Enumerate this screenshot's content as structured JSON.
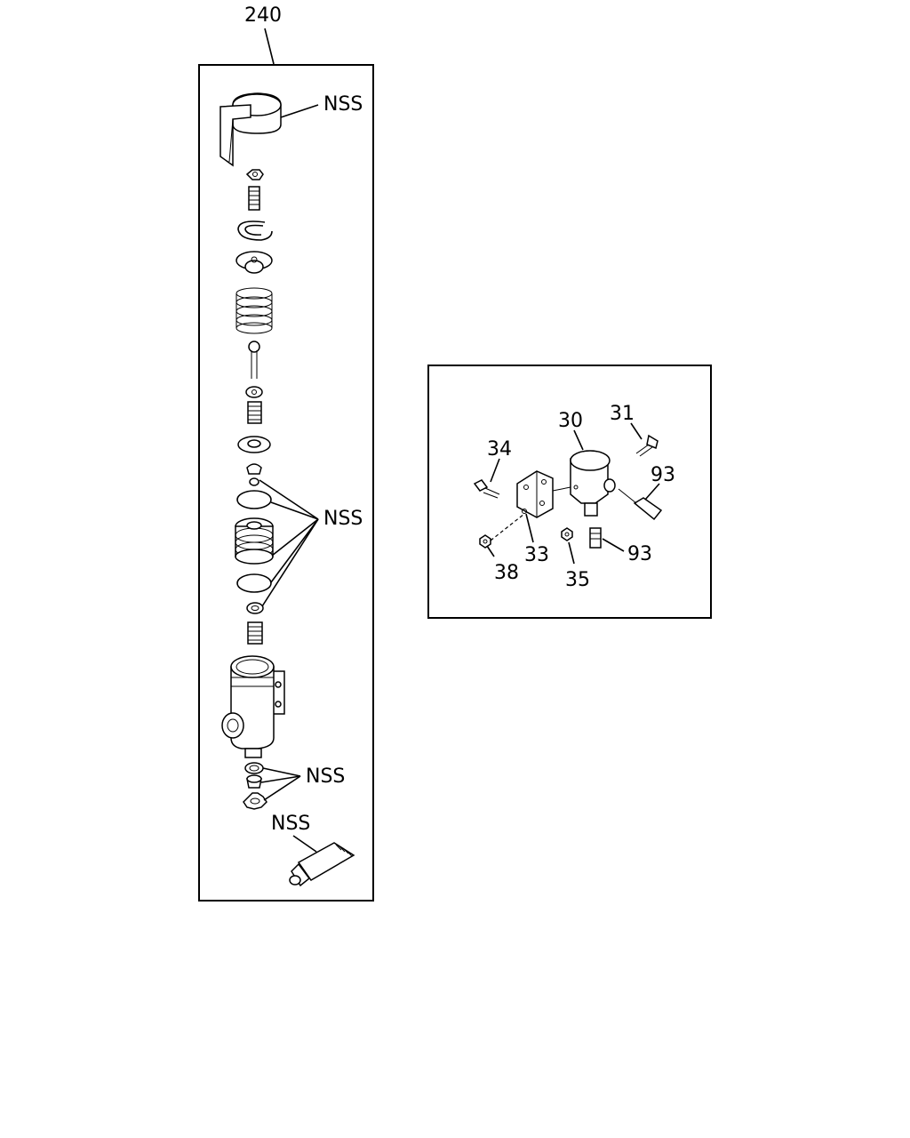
{
  "assembly": {
    "label": "240",
    "callouts": [
      "NSS",
      "NSS",
      "NSS",
      "NSS"
    ]
  },
  "detail": {
    "labels": {
      "p30": "30",
      "p31": "31",
      "p34": "34",
      "p93a": "93",
      "p93b": "93",
      "p33": "33",
      "p38": "38",
      "p35": "35"
    }
  }
}
